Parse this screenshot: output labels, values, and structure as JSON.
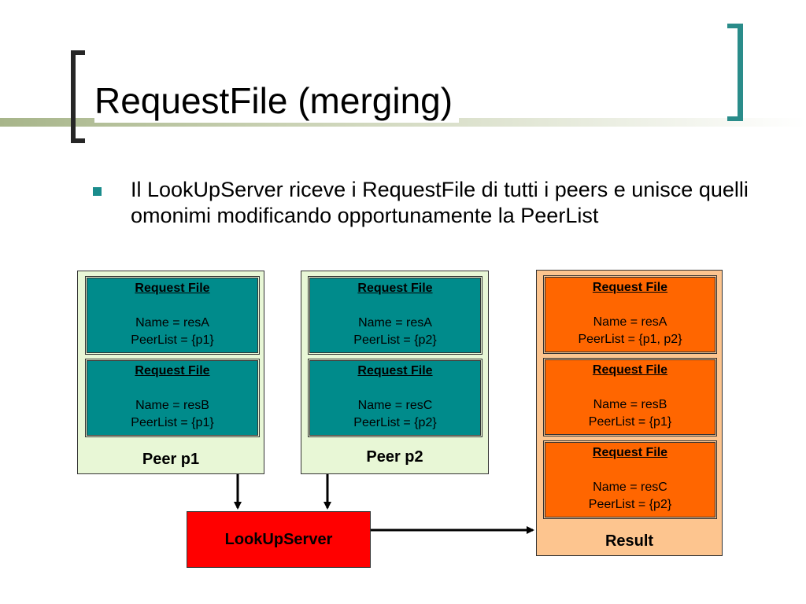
{
  "slide": {
    "title": "RequestFile (merging)",
    "bullet": "Il LookUpServer riceve i RequestFile di tutti i peers e unisce quelli omonimi modificando opportunamente la PeerList"
  },
  "diagram": {
    "peer1": {
      "label": "Peer p1",
      "cards": [
        {
          "head": "Request File",
          "name": "Name = resA",
          "peers": "PeerList = {p1}"
        },
        {
          "head": "Request File",
          "name": "Name = resB",
          "peers": "PeerList = {p1}"
        }
      ]
    },
    "peer2": {
      "label": "Peer p2",
      "cards": [
        {
          "head": "Request File",
          "name": "Name = resA",
          "peers": "PeerList = {p2}"
        },
        {
          "head": "Request File",
          "name": "Name = resC",
          "peers": "PeerList = {p2}"
        }
      ]
    },
    "result": {
      "label": "Result",
      "cards": [
        {
          "head": "Request File",
          "name": "Name = resA",
          "peers": "PeerList = {p1, p2}"
        },
        {
          "head": "Request File",
          "name": "Name = resB",
          "peers": "PeerList = {p1}"
        },
        {
          "head": "Request File",
          "name": "Name = resC",
          "peers": "PeerList = {p2}"
        }
      ]
    },
    "server": {
      "label": "LookUpServer"
    },
    "colors": {
      "peer_panel": "#e8f7d6",
      "peer_card": "#008b8b",
      "result_panel": "#fdc58f",
      "result_card": "#ff6600",
      "server_box": "#ff0000",
      "accent": "#1a8c8c"
    }
  }
}
